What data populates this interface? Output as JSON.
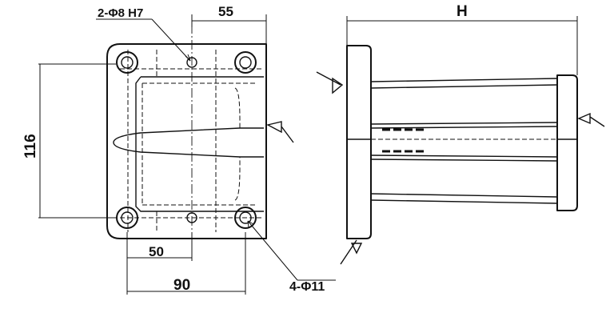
{
  "drawing": {
    "front_view": {
      "dims": {
        "pin_holes_callout": "2-Φ8 H7",
        "pin_offset": "55",
        "hole_pitch_vertical": "116",
        "pin_pitch_horizontal": "50",
        "bolt_pitch_horizontal": "90",
        "bolt_holes_callout": "4-Φ11"
      }
    },
    "side_view": {
      "dims": {
        "overall_height": "H"
      }
    }
  }
}
